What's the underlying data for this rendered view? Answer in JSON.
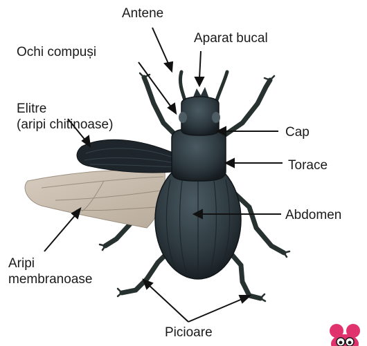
{
  "labels": {
    "antennae": "Antene",
    "mouthparts": "Aparat bucal",
    "compound_eyes": "Ochi compuși",
    "elytra_line1": "Elitre",
    "elytra_line2": "(aripi chitinoase)",
    "head": "Cap",
    "thorax": "Torace",
    "abdomen": "Abdomen",
    "wings_line1": "Aripi",
    "wings_line2": "membranoase",
    "legs": "Picioare"
  },
  "colors": {
    "beetle_body": "#2e3a40",
    "elytron": "#1e262b",
    "membrane_wing": "#c9beb0",
    "line": "#111111",
    "mascot": "#e0336e"
  },
  "icons": {
    "mascot": "mascot-icon"
  }
}
